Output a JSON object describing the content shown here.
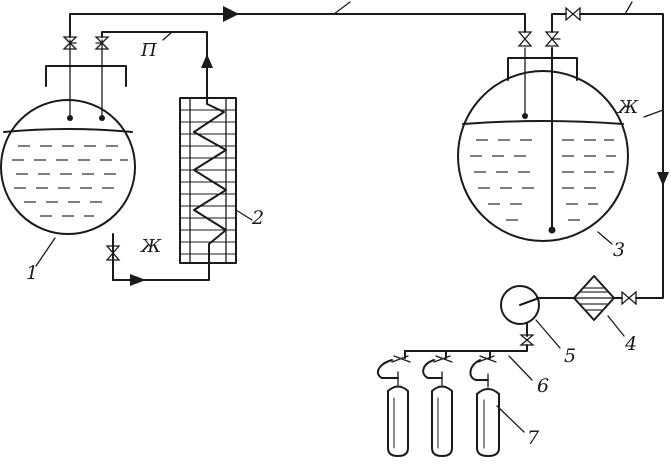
{
  "labels": {
    "n1": "1",
    "n2": "2",
    "n3": "3",
    "n4": "4",
    "n5": "5",
    "n6": "6",
    "n7": "7",
    "vapor": "П",
    "liquid_left": "Ж",
    "liquid_right": "Ж"
  }
}
